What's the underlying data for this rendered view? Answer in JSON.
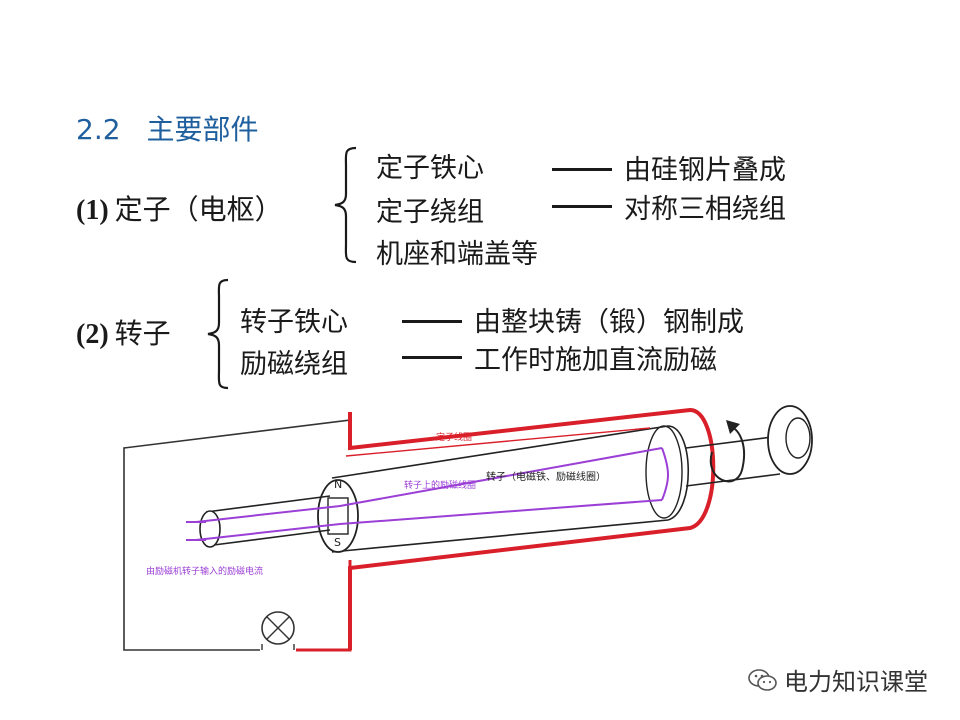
{
  "heading": {
    "number": "2.2",
    "title": "主要部件"
  },
  "stator": {
    "label_num": "(1)",
    "label_text": "定子（电枢）",
    "parts": [
      {
        "name": "定子铁心",
        "desc": "由硅钢片叠成"
      },
      {
        "name": "定子绕组",
        "desc": "对称三相绕组"
      },
      {
        "name": "机座和端盖等",
        "desc": ""
      }
    ]
  },
  "rotor": {
    "label_num": "(2)",
    "label_text": "转子",
    "parts": [
      {
        "name": "转子铁心",
        "desc": "由整块铸（锻）钢制成"
      },
      {
        "name": "励磁绕组",
        "desc": "工作时施加直流励磁"
      }
    ]
  },
  "diagram": {
    "stator_coil_label": "定子线圈",
    "rotor_coil_label": "转子上的励磁线圈",
    "rotor_label": "转子（电磁铁、励磁线圈）",
    "excitation_label": "由励磁机转子输入的励磁电流",
    "pole_n": "N",
    "pole_s": "S",
    "colors": {
      "stator": "#d9202a",
      "rotor_coil": "#9b3fd6",
      "outline": "#222222",
      "heading": "#1f5f9e"
    }
  },
  "watermark": {
    "text": "电力知识课堂",
    "icon": "wechat-icon"
  }
}
